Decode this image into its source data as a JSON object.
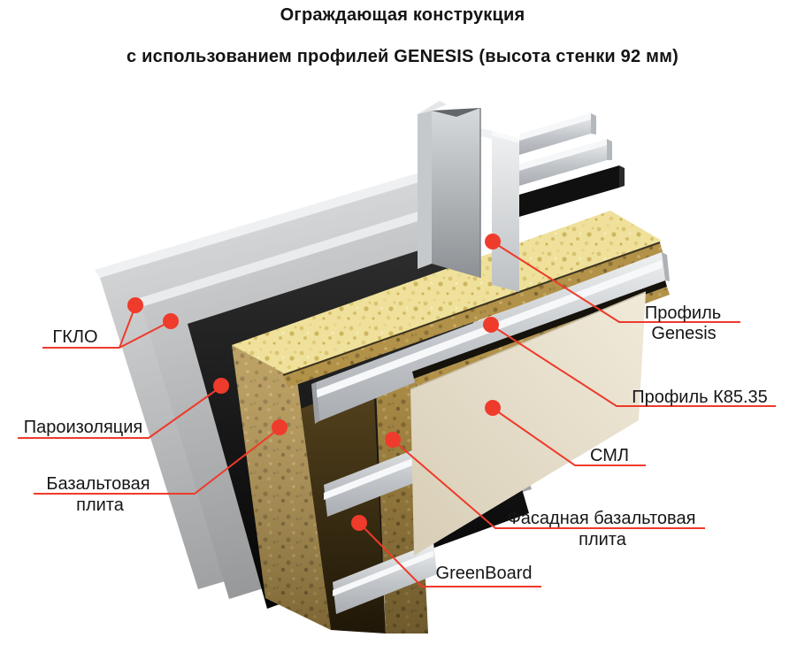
{
  "title": {
    "line1": "Ограждающая конструкция",
    "line2": "с использованием профилей GENESIS (высота стенки 92 мм)"
  },
  "labels": {
    "gklo": "ГКЛО",
    "paroizolyaciya": "Пароизоляция",
    "bazaltovaya_line1": "Базальтовая",
    "bazaltovaya_line2": "плита",
    "genesis_line1": "Профиль",
    "genesis_line2": "Genesis",
    "k85": "Профиль К85.35",
    "sml": "СМЛ",
    "fasadnaya_line1": "Фасадная базальтовая",
    "fasadnaya_line2": "плита",
    "greenboard": "GreenBoard"
  },
  "colors": {
    "leader_red": "#ee3a2b",
    "text_black": "#161616",
    "gypsum_gray": "#c4c6c8",
    "vapor_barrier_black": "#0d0d0d",
    "mineral_wool_yellow": "#efe19b",
    "basalt_brown": "#b29149",
    "greenboard_dark_brown": "#463616",
    "steel_silver": "#d6d9dc",
    "sml_cream": "#e6decb"
  }
}
